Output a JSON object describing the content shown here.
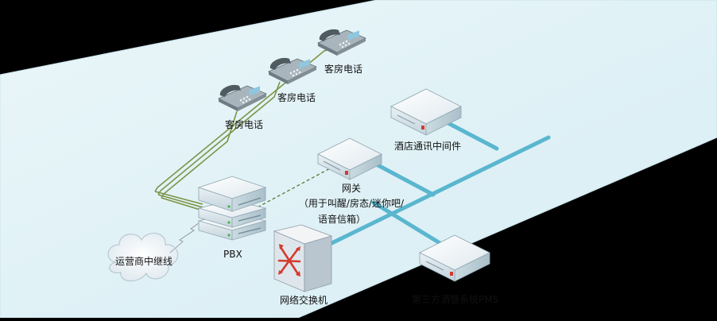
{
  "labels": {
    "phone1": "客房电话",
    "phone2": "客房电话",
    "phone3": "客房电话",
    "middleware": "酒店通讯中间件",
    "gateway_title": "网关",
    "gateway_line1": "（用于叫醒/房态/迷你吧/",
    "gateway_line2": "语音信箱）",
    "pbx": "PBX",
    "trunk": "运营商中继线",
    "switch": "网络交换机",
    "pms": "第三方酒管系统PMS"
  },
  "colors": {
    "floor": "#e2f2f6",
    "floor_edge": "#c9e3ea",
    "backbone": "#5ab6cf",
    "phone_wire": "#7d9447",
    "dashed_link": "#5b7a3a",
    "device_body": "#edf3f6",
    "device_top": "#f8fbfc",
    "device_side": "#b9cfd8",
    "switch_top": "#f2f4f6",
    "switch_front": "#c7d2da",
    "switch_arrows": "#d33a2c"
  },
  "icons": {
    "phone": "desk-phone-icon",
    "server": "server-box-icon",
    "switch": "network-switch-icon",
    "cloud": "cloud-icon",
    "lightning": "lightning-link-icon"
  }
}
